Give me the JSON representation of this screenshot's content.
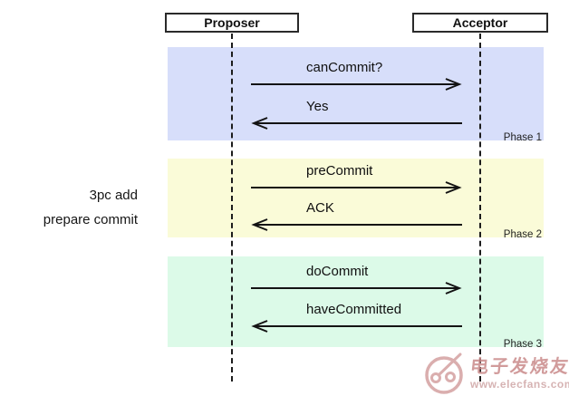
{
  "diagram": {
    "actors": [
      {
        "label": "Proposer"
      },
      {
        "label": "Acceptor"
      }
    ],
    "annotation": {
      "line1": "3pc add",
      "line2": "prepare commit"
    },
    "phases": [
      {
        "name": "Phase 1",
        "color": "#d7defa",
        "messages": [
          {
            "label": "canCommit?",
            "direction": "right",
            "from": "Proposer",
            "to": "Acceptor"
          },
          {
            "label": "Yes",
            "direction": "left",
            "from": "Acceptor",
            "to": "Proposer"
          }
        ]
      },
      {
        "name": "Phase 2",
        "color": "#fafbd8",
        "messages": [
          {
            "label": "preCommit",
            "direction": "right",
            "from": "Proposer",
            "to": "Acceptor"
          },
          {
            "label": "ACK",
            "direction": "left",
            "from": "Acceptor",
            "to": "Proposer"
          }
        ]
      },
      {
        "name": "Phase 3",
        "color": "#dcfae8",
        "messages": [
          {
            "label": "doCommit",
            "direction": "right",
            "from": "Proposer",
            "to": "Acceptor"
          },
          {
            "label": "haveCommitted",
            "direction": "left",
            "from": "Acceptor",
            "to": "Proposer"
          }
        ]
      }
    ]
  },
  "watermark": {
    "brand": "电子发烧友",
    "url": "www.elecfans.com",
    "brand_color": "#c98a8a",
    "url_color": "#cfa6a6",
    "logo_color": "#d4a0a0"
  }
}
